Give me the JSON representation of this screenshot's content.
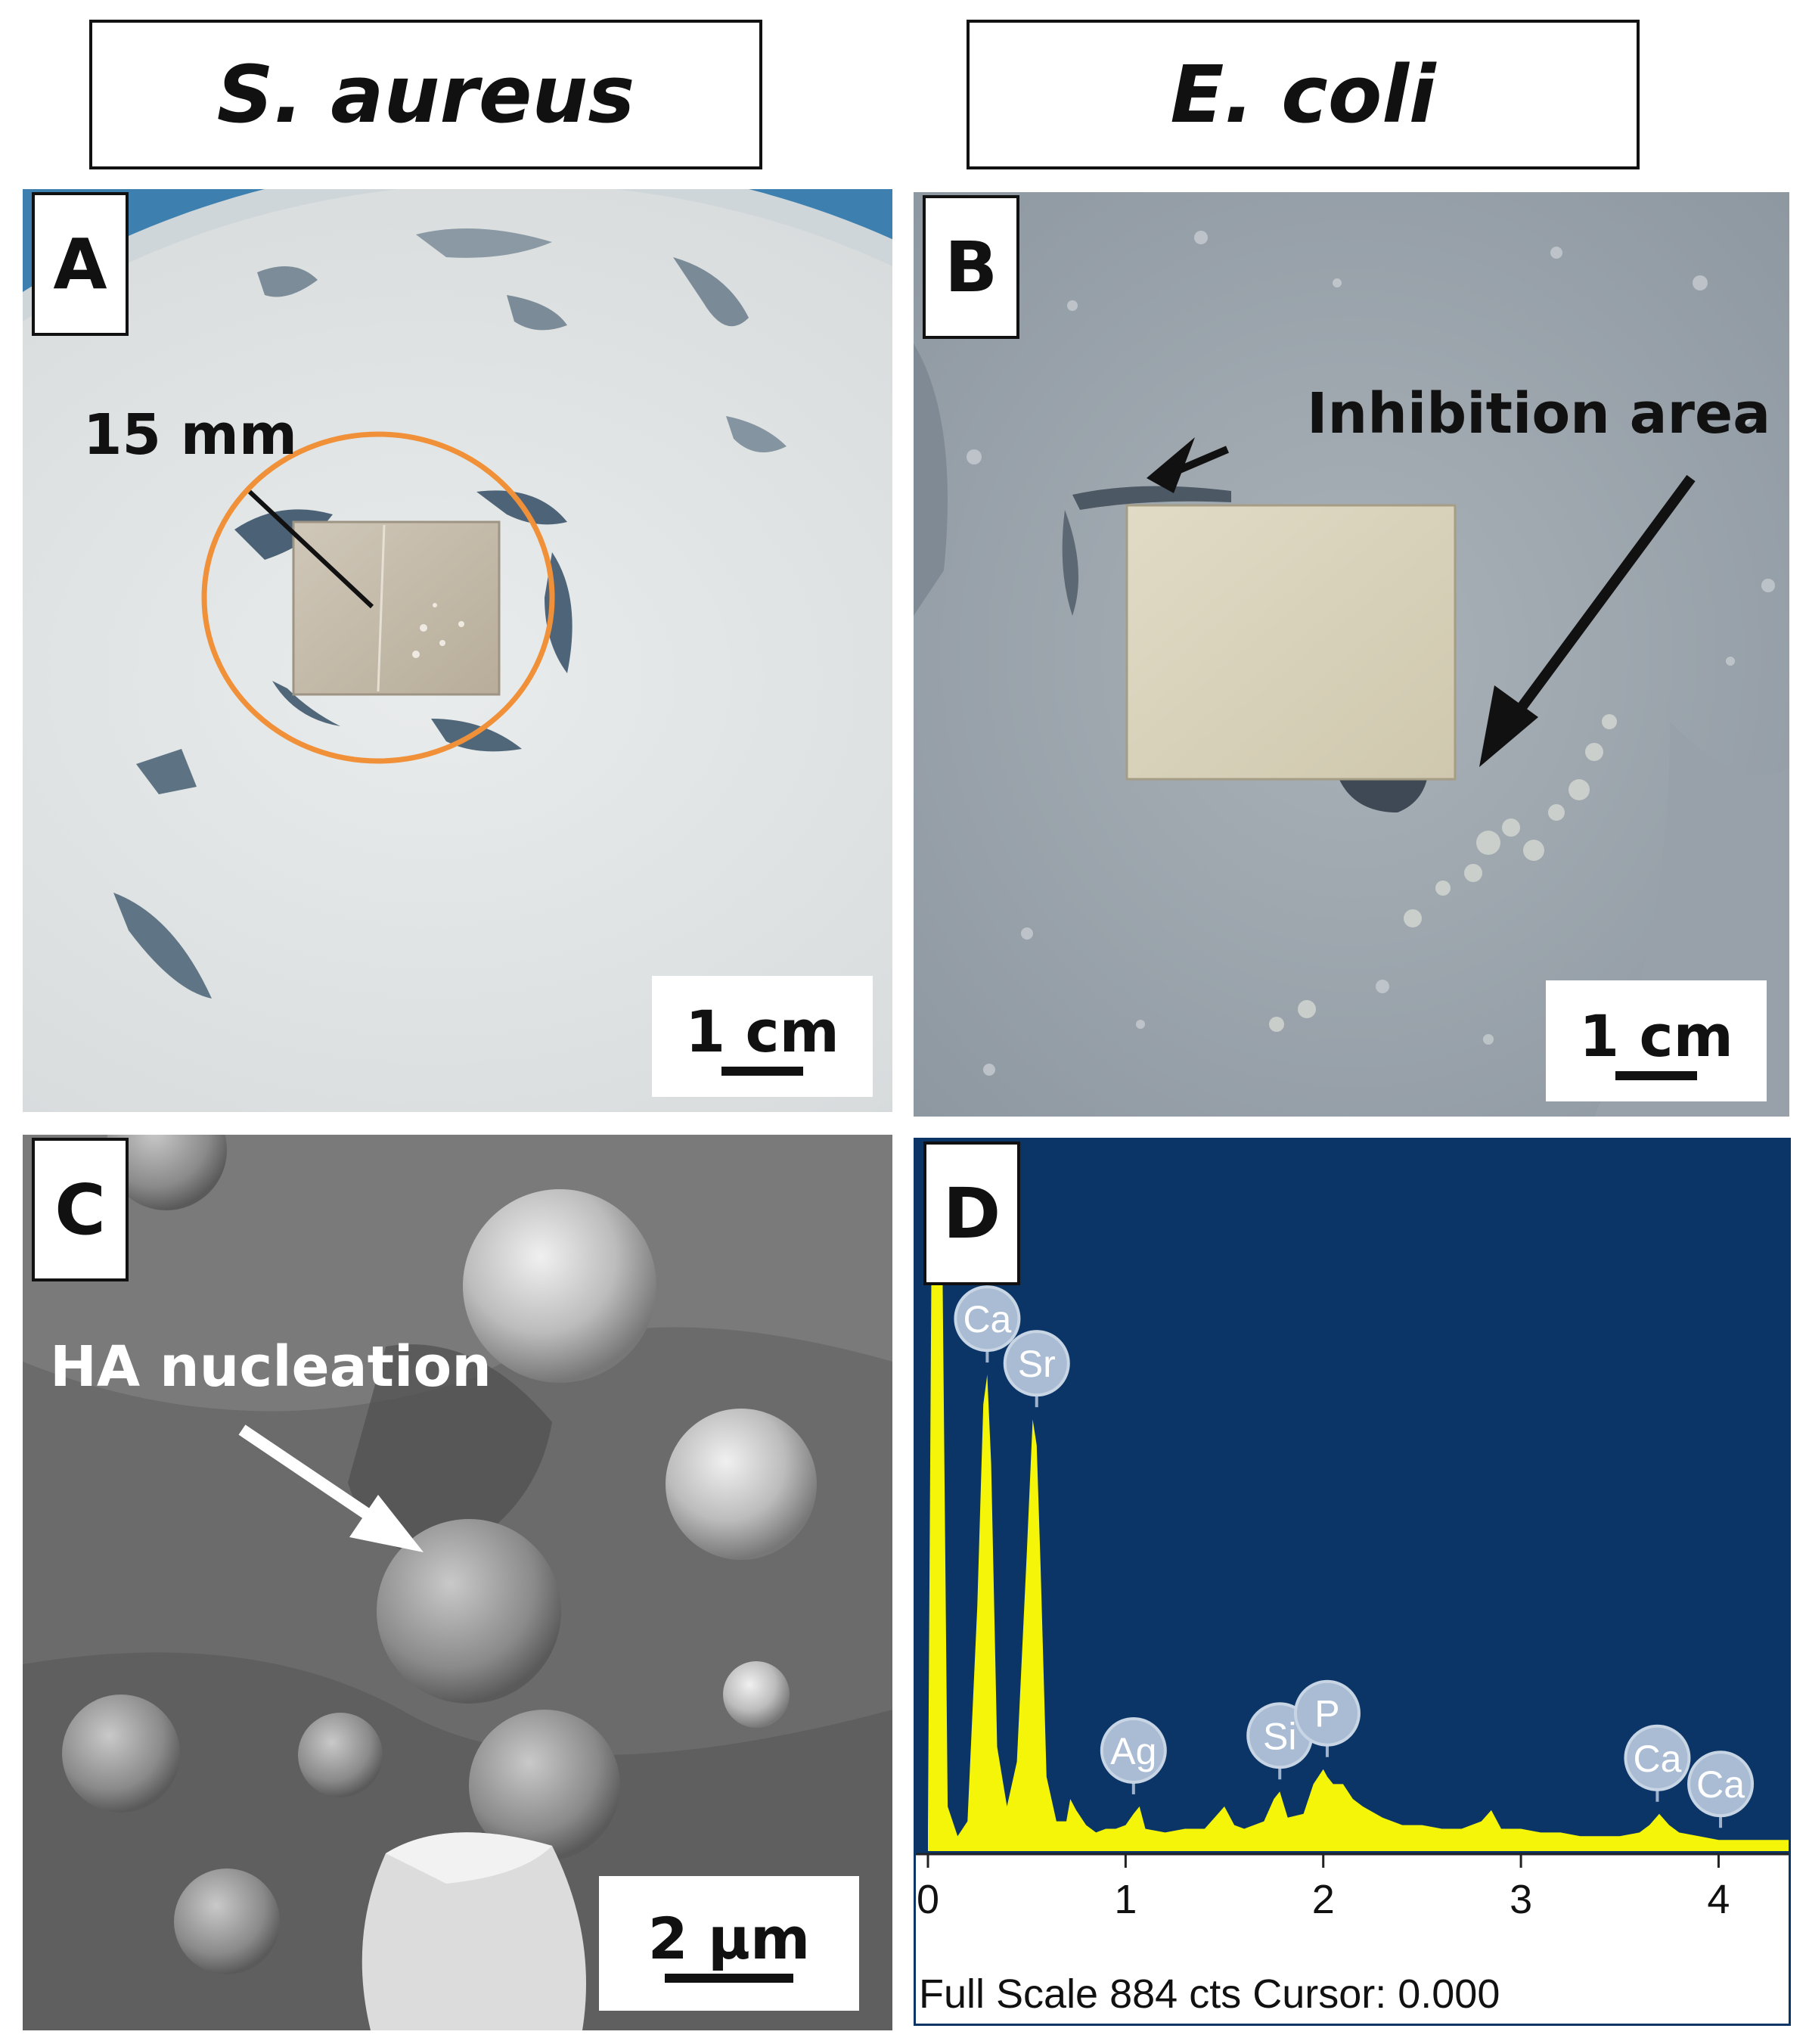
{
  "columns": {
    "left_title": "S. aureus",
    "right_title": "E. coli"
  },
  "panels": {
    "a": {
      "letter": "A",
      "measurement": "15 mm",
      "scale": "1 cm"
    },
    "b": {
      "letter": "B",
      "annotation": "Inhibition area",
      "scale": "1 cm"
    },
    "c": {
      "letter": "C",
      "annotation": "HA nucleation",
      "scale": "2 µm"
    },
    "d": {
      "letter": "D",
      "footer": "Full Scale 884 cts Cursor: 0.000"
    }
  },
  "colors": {
    "eds_background": "#0b3566",
    "spectrum": "#f5f50a",
    "circle": "#f0913a"
  },
  "chart_data": {
    "type": "area",
    "title": "",
    "xlabel": "",
    "ylabel": "",
    "xlim": [
      0,
      4.4
    ],
    "ylim": [
      0,
      884
    ],
    "x_ticks": [
      0,
      1,
      2,
      3,
      4
    ],
    "x_tick_labels": [
      "0",
      "1",
      "2",
      "3",
      "4"
    ],
    "grid": false,
    "series": [
      {
        "x": [
          0,
          0.02,
          0.05,
          0.07,
          0.1,
          0.15,
          0.2,
          0.25,
          0.28,
          0.3,
          0.32,
          0.35,
          0.4,
          0.45,
          0.5,
          0.53,
          0.55,
          0.57,
          0.6,
          0.65,
          0.7,
          0.72,
          0.75,
          0.8,
          0.85,
          0.9,
          0.95,
          1.0,
          1.04,
          1.07,
          1.1,
          1.2,
          1.3,
          1.4,
          1.45,
          1.5,
          1.55,
          1.6,
          1.7,
          1.75,
          1.78,
          1.82,
          1.9,
          1.95,
          2.0,
          2.02,
          2.05,
          2.1,
          2.15,
          2.2,
          2.3,
          2.4,
          2.5,
          2.6,
          2.7,
          2.8,
          2.85,
          2.9,
          3.0,
          3.1,
          3.2,
          3.3,
          3.4,
          3.5,
          3.6,
          3.65,
          3.7,
          3.75,
          3.8,
          3.9,
          4.0,
          4.1,
          4.2,
          4.3,
          4.4
        ],
        "y": [
          30,
          884,
          884,
          884,
          60,
          20,
          40,
          330,
          600,
          640,
          520,
          140,
          60,
          120,
          400,
          580,
          545,
          380,
          100,
          40,
          40,
          70,
          55,
          35,
          25,
          30,
          30,
          35,
          50,
          60,
          30,
          25,
          30,
          30,
          45,
          60,
          35,
          30,
          40,
          70,
          80,
          45,
          50,
          90,
          110,
          100,
          90,
          90,
          70,
          60,
          45,
          35,
          35,
          30,
          30,
          40,
          55,
          30,
          30,
          25,
          25,
          20,
          20,
          20,
          25,
          35,
          50,
          35,
          25,
          20,
          15,
          15,
          15,
          15,
          15
        ]
      }
    ],
    "peak_labels": [
      {
        "label": "Ca",
        "x": 0.3
      },
      {
        "label": "Sr",
        "x": 0.55
      },
      {
        "label": "Ag",
        "x": 1.04
      },
      {
        "label": "Si",
        "x": 1.78
      },
      {
        "label": "P",
        "x": 2.02
      },
      {
        "label": "Ca",
        "x": 3.69
      },
      {
        "label": "Ca",
        "x": 4.01
      }
    ]
  }
}
